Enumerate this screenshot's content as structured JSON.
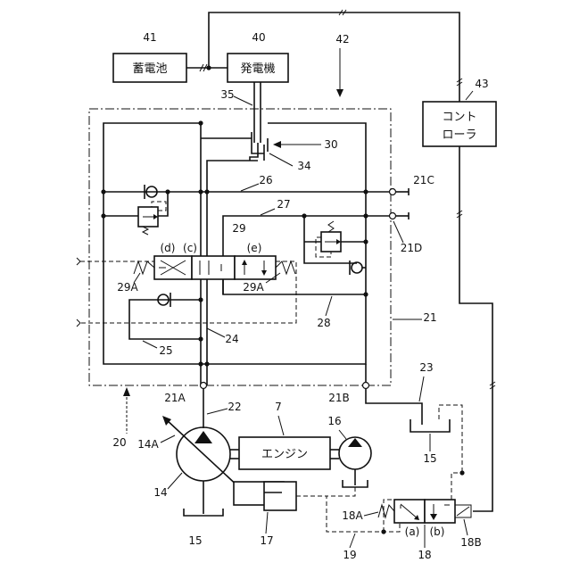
{
  "components": {
    "battery": "蓄電池",
    "generator": "発電機",
    "controller_line1": "コント",
    "controller_line2": "ローラ",
    "engine": "エンジン"
  },
  "refs": {
    "r41": "41",
    "r40": "40",
    "r42": "42",
    "r43": "43",
    "r35": "35",
    "r30": "30",
    "r34": "34",
    "r26": "26",
    "r21C": "21C",
    "r27": "27",
    "r21D": "21D",
    "r29": "29",
    "r_d": "(d)",
    "r_c": "(c)",
    "r_e": "(e)",
    "r29A_left": "29A",
    "r29A_right": "29A",
    "r28": "28",
    "r24": "24",
    "r25": "25",
    "r21": "21",
    "r21A": "21A",
    "r21B": "21B",
    "r22": "22",
    "r7": "7",
    "r23": "23",
    "r16": "16",
    "r20": "20",
    "r14A": "14A",
    "r14": "14",
    "r15_left": "15",
    "r15_right": "15",
    "r17": "17",
    "r18A": "18A",
    "r_a": "(a)",
    "r_b": "(b)",
    "r18B": "18B",
    "r19": "19",
    "r18": "18"
  }
}
